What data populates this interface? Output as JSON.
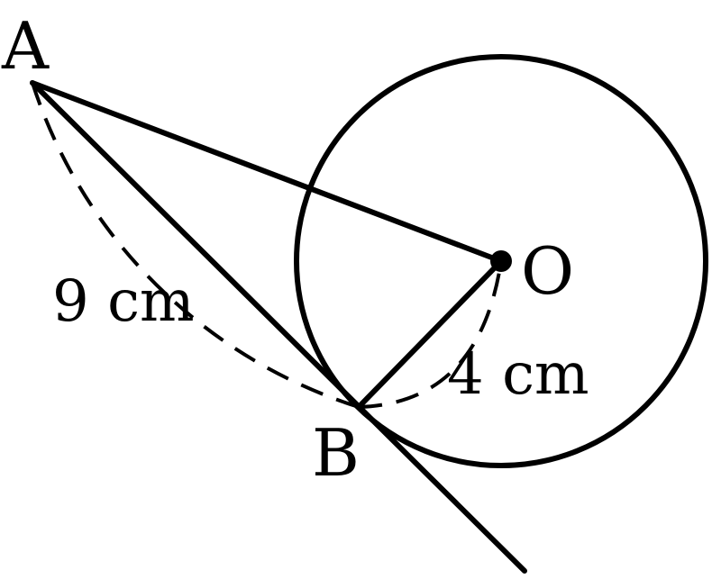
{
  "points": {
    "A": "A",
    "B": "B",
    "O": "O"
  },
  "measures": {
    "ab": "9 cm",
    "ob": "4 cm"
  },
  "colors": {
    "ink": "#000000",
    "background": "#ffffff"
  }
}
